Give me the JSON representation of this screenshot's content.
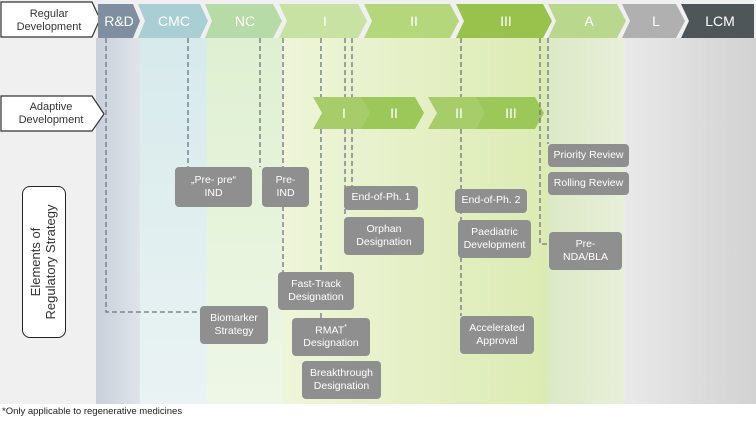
{
  "row_labels": {
    "regular": "Regular\nDevelopment",
    "adaptive": "Adaptive\nDevelopment",
    "elements": "Elements of\nRegulatory Strategy"
  },
  "phases": [
    {
      "label": "R&D",
      "color": "#7f8fa0"
    },
    {
      "label": "CMC",
      "color": "#a9cfd4"
    },
    {
      "label": "NC",
      "color": "#b6dba6"
    },
    {
      "label": "I",
      "color": "#c8e2a4"
    },
    {
      "label": "II",
      "color": "#b4d77c"
    },
    {
      "label": "III",
      "color": "#98c24b"
    },
    {
      "label": "A",
      "color": "#b9d88e"
    },
    {
      "label": "L",
      "color": "#b0b0b0"
    },
    {
      "label": "LCM",
      "color": "#4f5659"
    }
  ],
  "adaptive_phases": [
    "I",
    "II",
    "II",
    "III"
  ],
  "boxes": {
    "pre_pre_ind": "„Pre- pre“\nIND",
    "pre_ind": "Pre-\nIND",
    "end_ph1": "End-of-Ph. 1",
    "orphan": "Orphan\nDesignation",
    "end_ph2": "End-of-Ph. 2",
    "paediatric": "Paediatric\nDevelopment",
    "priority_review": "Priority Review",
    "rolling_review": "Rolling Review",
    "pre_nda": "Pre-\nNDA/BLA",
    "fast_track": "Fast-Track\nDesignation",
    "biomarker": "Biomarker\nStrategy",
    "rmat": "RMAT",
    "rmat_star": "*",
    "rmat_line2": "Designation",
    "breakthrough": "Breakthrough\nDesignation",
    "accelerated": "Accelerated\nApproval"
  },
  "footnote": "*Only applicable to regenerative medicines"
}
